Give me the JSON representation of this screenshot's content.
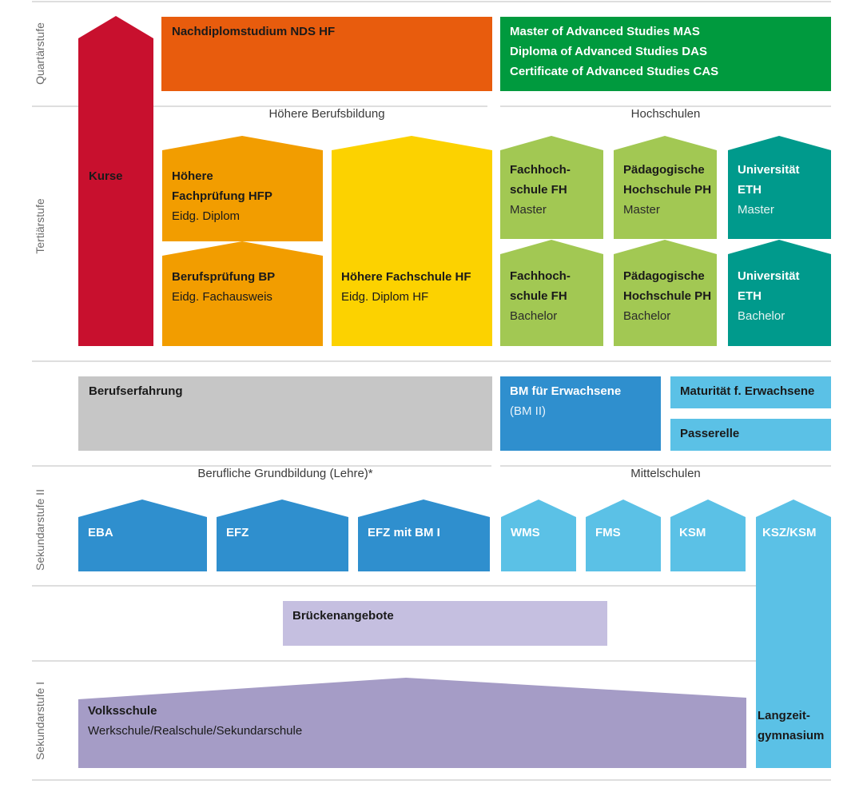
{
  "levels": {
    "quartaer": "Quartärstufe",
    "tertiaer": "Tertiärstufe",
    "sek2": "Sekundarstufe II",
    "sek1": "Sekundarstufe I"
  },
  "sections": {
    "hoehere_berufsbildung": "Höhere Berufsbildung",
    "hochschulen": "Hochschulen",
    "berufliche_grundbildung": "Berufliche Grundbildung (Lehre)*",
    "mittelschulen": "Mittelschulen"
  },
  "colors": {
    "red": "#c8102e",
    "orange_dark": "#e85c0d",
    "green_dark": "#009a3e",
    "orange": "#f29d00",
    "yellow": "#fcd200",
    "green_light": "#a2c853",
    "teal": "#009a8c",
    "grey": "#c6c6c6",
    "blue": "#2f8fce",
    "blue_light": "#5bc1e6",
    "lavender": "#c5bfe0",
    "purple": "#a59cc6",
    "line": "#bdbdbd"
  },
  "blocks": {
    "kurse": {
      "title": "Kurse"
    },
    "nds": {
      "title": "Nachdiplomstudium NDS HF"
    },
    "mas": {
      "title": "Master of Advanced Studies MAS\nDiploma of Advanced Studies DAS\nCertificate of Advanced Studies CAS"
    },
    "hfp": {
      "title": "Höhere\nFachprüfung HFP",
      "sub": "Eidg. Diplom"
    },
    "bp": {
      "title": "Berufsprüfung BP",
      "sub": "Eidg. Fachausweis"
    },
    "hf": {
      "title": "Höhere Fachschule HF",
      "sub": "Eidg. Diplom HF"
    },
    "fh_master": {
      "title": "Fachhoch-\nschule FH",
      "sub": "Master"
    },
    "ph_master": {
      "title": "Pädagogische\nHochschule PH",
      "sub": "Master"
    },
    "eth_master": {
      "title": "Universität\nETH",
      "sub": "Master"
    },
    "fh_bachelor": {
      "title": "Fachhoch-\nschule FH",
      "sub": "Bachelor"
    },
    "ph_bachelor": {
      "title": "Pädagogische\nHochschule PH",
      "sub": "Bachelor"
    },
    "eth_bachelor": {
      "title": "Universität\nETH",
      "sub": "Bachelor"
    },
    "berufserfahrung": {
      "title": "Berufserfahrung"
    },
    "bm_erwachsene": {
      "title": "BM für Erwachsene",
      "sub": "(BM II)"
    },
    "maturitaet": {
      "title": "Maturität f. Erwachsene"
    },
    "passerelle": {
      "title": "Passerelle"
    },
    "eba": {
      "title": "EBA"
    },
    "efz": {
      "title": "EFZ"
    },
    "efz_bm": {
      "title": "EFZ mit BM I"
    },
    "wms": {
      "title": "WMS"
    },
    "fms": {
      "title": "FMS"
    },
    "ksm": {
      "title": "KSM"
    },
    "ksz": {
      "title": "KSZ/KSM"
    },
    "langzeit": {
      "title": "Langzeit-\ngymnasium"
    },
    "brueckenangebote": {
      "title": "Brückenangebote"
    },
    "volksschule": {
      "title": "Volksschule",
      "sub": "Werkschule/Realschule/Sekundarschule"
    }
  }
}
